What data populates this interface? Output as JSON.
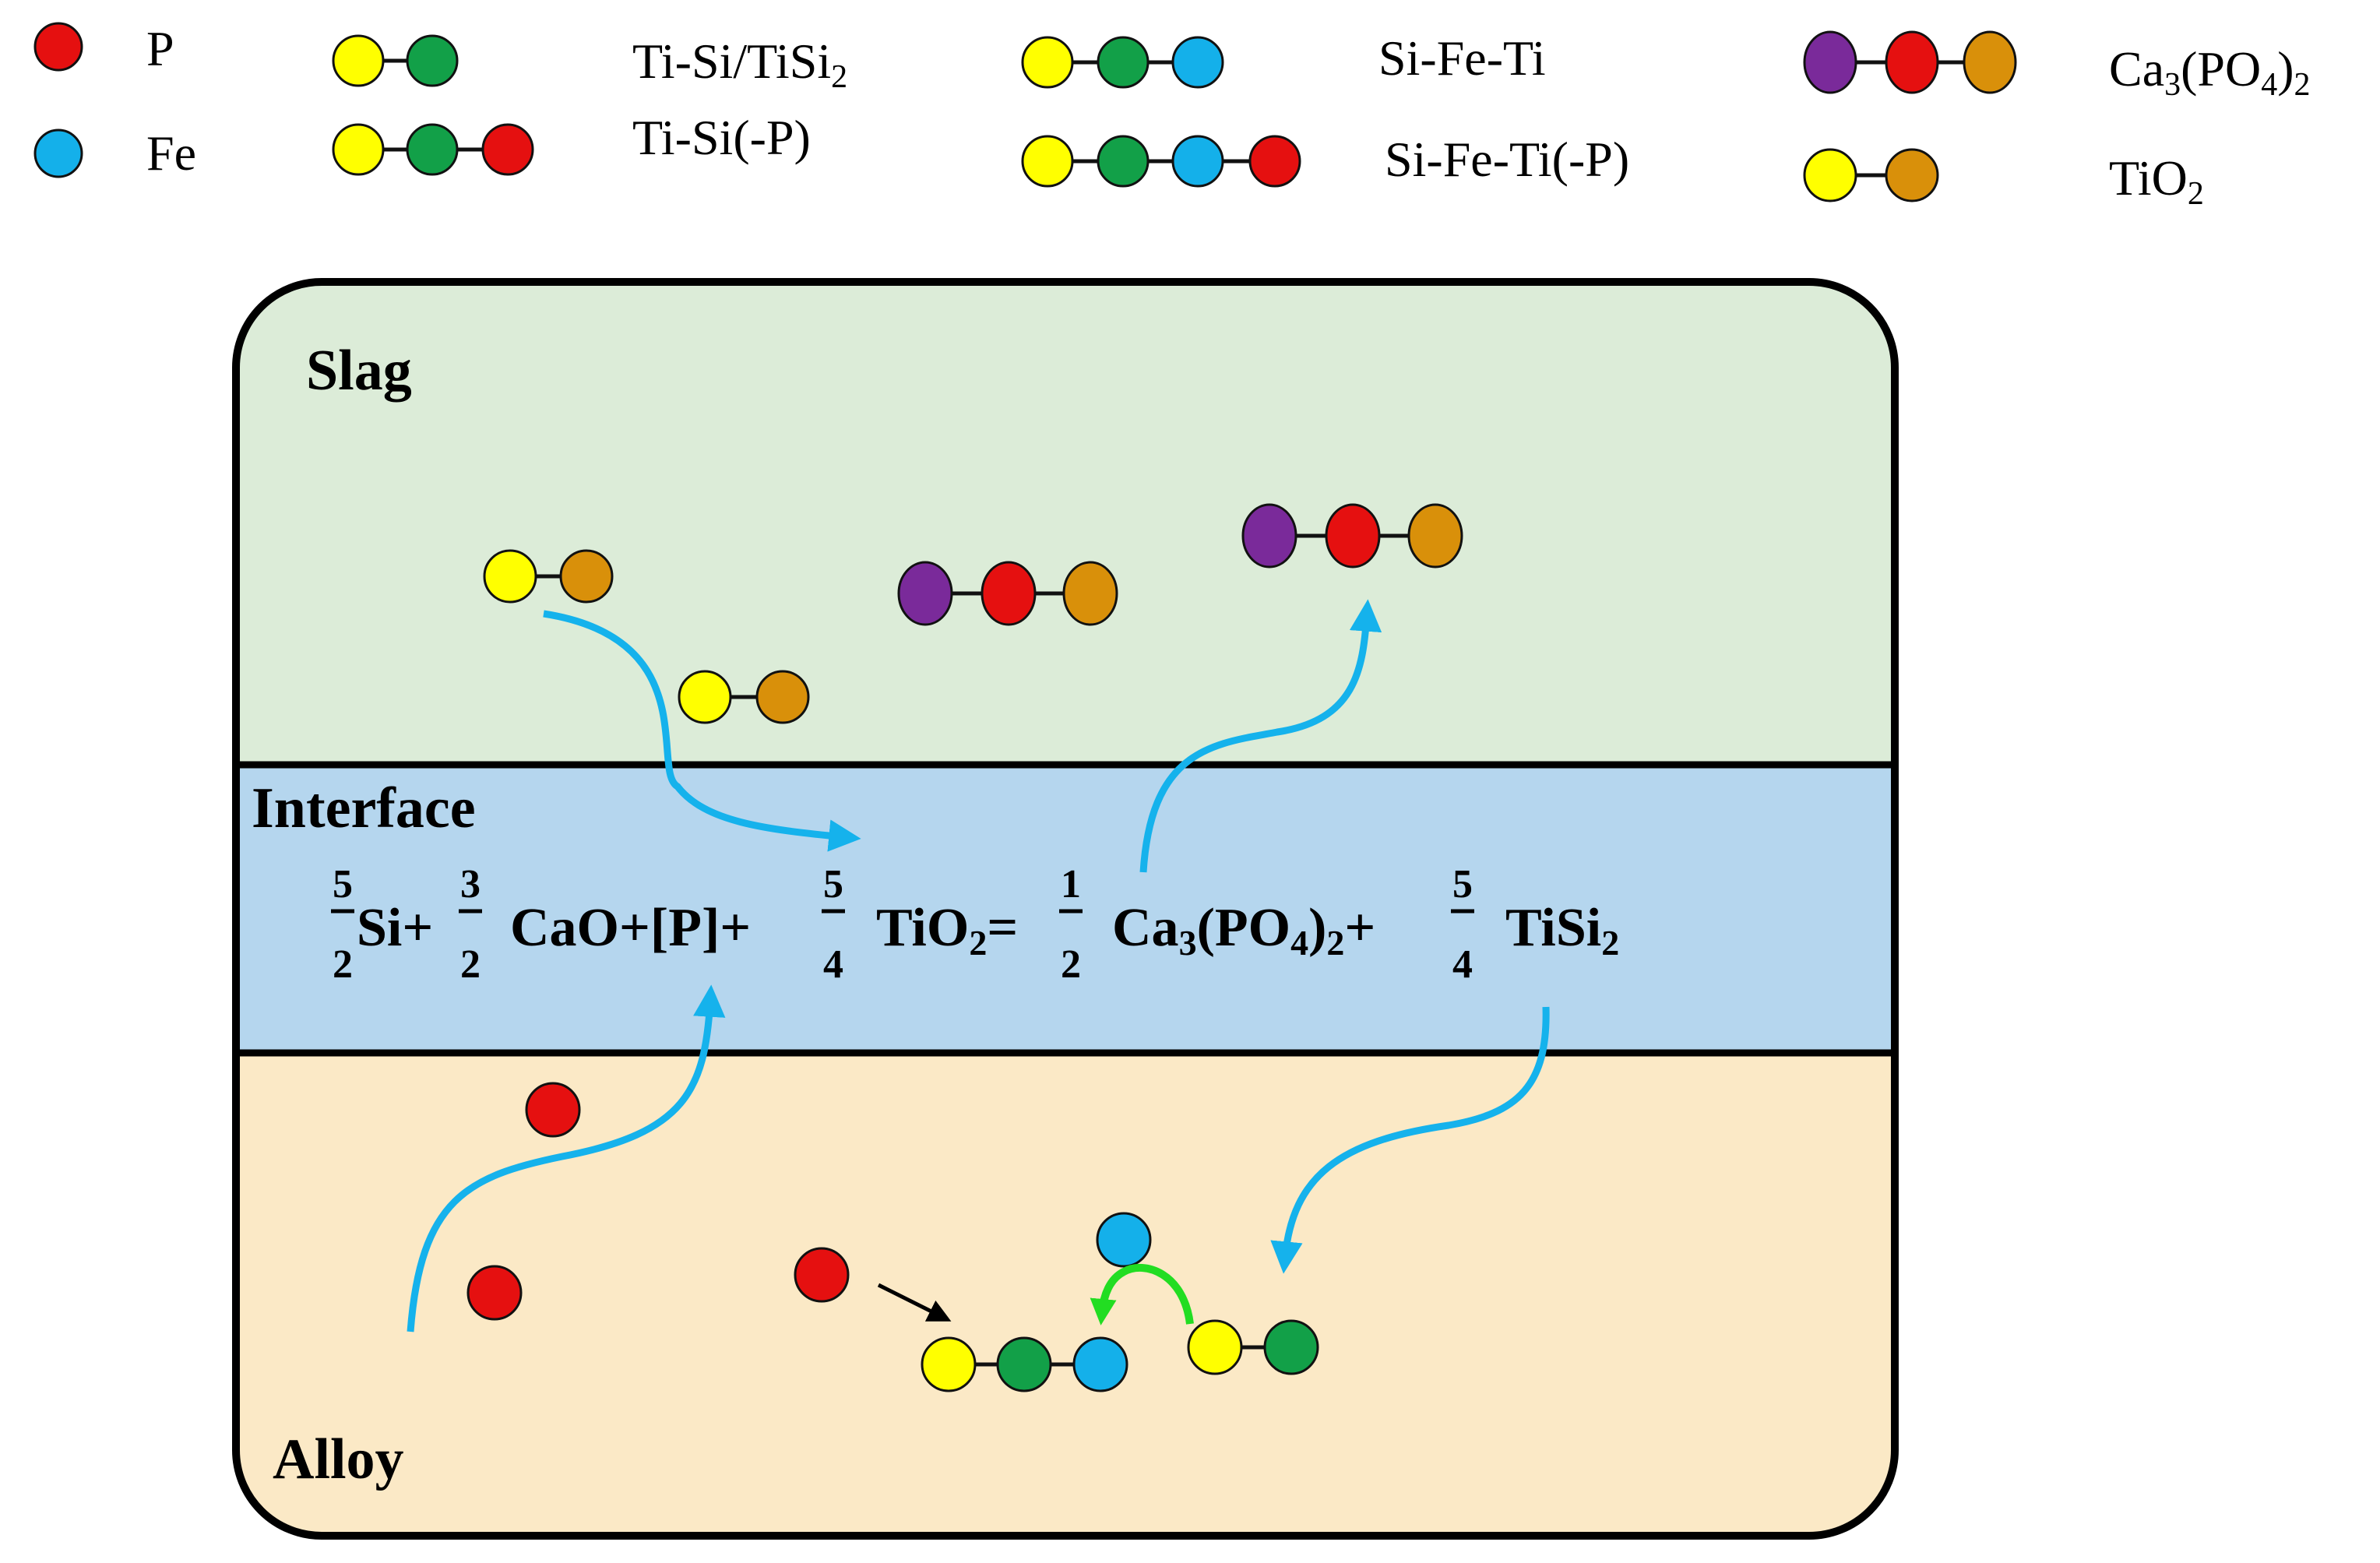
{
  "colors": {
    "P": "#e51010",
    "Fe": "#14b0ea",
    "Si": "#ffff00",
    "Ti": "#12a048",
    "Ca": "#7a2a9a",
    "O": "#d9900a",
    "slag": "#dcecd8",
    "interface": "#b5d6ee",
    "alloy": "#fbe9c6",
    "flow_arrow": "#15b2ec",
    "exchange_arrow": "#22dd22"
  },
  "legend": {
    "p": "P",
    "fe": "Fe",
    "ti_si": {
      "base": "Ti-Si/TiSi",
      "sub": "2"
    },
    "ti_si_p": "Ti-Si(-P)",
    "si_fe_ti": "Si-Fe-Ti",
    "si_fe_ti_p": "Si-Fe-Ti(-P)",
    "ca3po42": {
      "a": "Ca",
      "a_sub": "3",
      "b": "(PO",
      "b_sub": "4",
      "c": ")",
      "c_sub": "2"
    },
    "tio2": {
      "base": "TiO",
      "sub": "2"
    }
  },
  "zones": {
    "slag": "Slag",
    "interface": "Interface",
    "alloy": "Alloy"
  },
  "equation": {
    "f1_num": "5",
    "f1_den": "2",
    "t1": "Si+",
    "f2_num": "3",
    "f2_den": "2",
    "t2": "CaO+[P]+",
    "f3_num": "5",
    "f3_den": "4",
    "t3": "TiO",
    "t3_sub": "2",
    "t3_eq": "=",
    "f4_num": "1",
    "f4_den": "2",
    "t4a": "Ca",
    "t4a_sub": "3",
    "t4b": "(PO",
    "t4b_sub": "4",
    "t4c": ")",
    "t4c_sub": "2",
    "t4_plus": "+",
    "f5_num": "5",
    "f5_den": "4",
    "t5": "TiSi",
    "t5_sub": "2"
  }
}
